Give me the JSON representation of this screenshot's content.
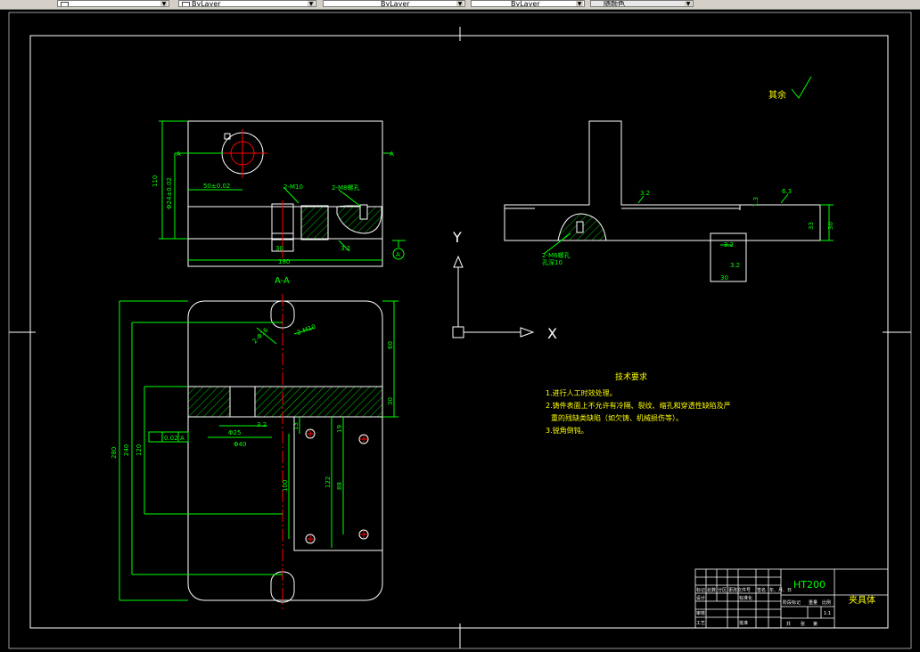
{
  "toolbar": {
    "layer_dropdown": "",
    "color_dropdown": "ByLayer",
    "linetype_dropdown": "ByLayer",
    "lineweight_dropdown": "ByLayer",
    "plotstyle_dropdown": "随颜色"
  },
  "colors": {
    "background": "#000000",
    "outline": "#ffffff",
    "dimension": "#00ff00",
    "centerline": "#ff0000",
    "annotation": "#ffff00"
  },
  "drawing": {
    "section_label": "A-A",
    "surface_finish_note": "其余",
    "material": "HT200",
    "part_name": "夹具体",
    "tech_requirements": {
      "title": "技术要求",
      "items": [
        "1.进行人工时效处理。",
        "2.铸件表面上不允许有冷隔、裂纹、缩孔和穿透性缺陷及严",
        "重的残缺类缺陷（如欠铸、机械损伤等）。",
        "3.锐角倒钝。"
      ]
    },
    "ucs": {
      "x_label": "X",
      "y_label": "Y"
    },
    "front_dims": {
      "height": "110",
      "bore_pos": "50±0.02",
      "bore_dia": "Φ24±0.02",
      "width": "180",
      "holes_a": "2-M10",
      "holes_b": "2-M8螺孔",
      "pin": "30",
      "rough": "3.2",
      "section_mark": "A",
      "datum": "A"
    },
    "plan_dims": {
      "overall_h": "280",
      "h2": "240",
      "h3": "120",
      "tol": "0.02",
      "datum": "A",
      "d1": "60",
      "d2": "30",
      "d3": "13",
      "d4": "19",
      "d5": "100",
      "d6": "122",
      "d7": "88",
      "slot": "2-Φ16",
      "slot2": "2-M10",
      "bore1": "Φ25",
      "bore2": "Φ40",
      "rough": "3.2"
    },
    "side_dims": {
      "rough1": "3.2",
      "rough2": "6.3",
      "d1": "30",
      "d2": "33",
      "h1": "1.3",
      "holes": "2-M6螺孔",
      "holes2": "孔深10",
      "flat": "3.2",
      "flat2": "3.2",
      "dia": "30"
    },
    "title_block": {
      "marks": "标记",
      "count": "处数",
      "zone": "分区",
      "change_no": "更改文件号",
      "sign": "签名",
      "date": "年、月、日",
      "designer": "设计",
      "standard": "标准化",
      "checker": "审核",
      "process": "工艺",
      "approve": "批准",
      "stage": "阶段标记",
      "weight": "重量",
      "scale": "比例",
      "scale_val": "1:1",
      "sheets": "共",
      "sheet": "张",
      "sheet_no": "第"
    }
  }
}
